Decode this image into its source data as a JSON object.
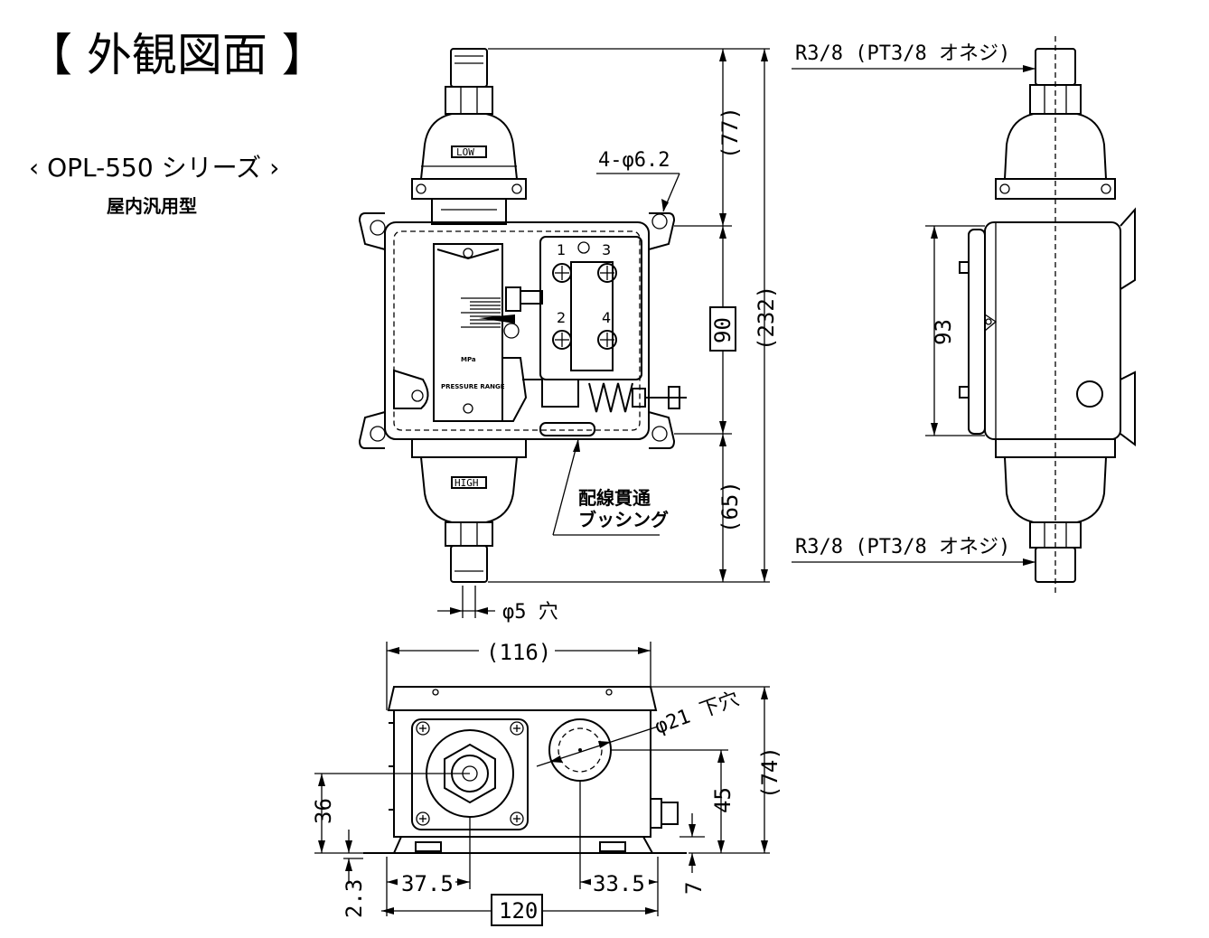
{
  "title": "【 外観図面 】",
  "series": "‹ OPL-550 シリーズ ›",
  "subtitle": "屋内汎用型",
  "labels": {
    "low": "LOW",
    "high": "HIGH",
    "mpa": "MPa",
    "pressure_range": "PRESSURE RANGE",
    "term1": "1",
    "term2": "2",
    "term3": "3",
    "term4": "4"
  },
  "front_view": {
    "mount_holes": "4-φ6.2",
    "dim_top": "(77)",
    "dim_mid": "90",
    "dim_total": "(232)",
    "dim_bottom": "(65)",
    "bushing_line1": "配線貫通",
    "bushing_line2": "ブッシング",
    "hole_dia": "φ5 穴"
  },
  "side_view": {
    "thread_top": "R3/8 (PT3/8 オネジ)",
    "thread_bottom": "R3/8 (PT3/8 オネジ)",
    "dim_height": "93"
  },
  "bottom_view": {
    "dim_width": "(116)",
    "hole": "φ21 下穴",
    "dim_74": "(74)",
    "dim_45": "45",
    "dim_36": "36",
    "dim_23": "2.3",
    "dim_7": "7",
    "dim_375": "37.5",
    "dim_335": "33.5",
    "dim_120": "120"
  }
}
